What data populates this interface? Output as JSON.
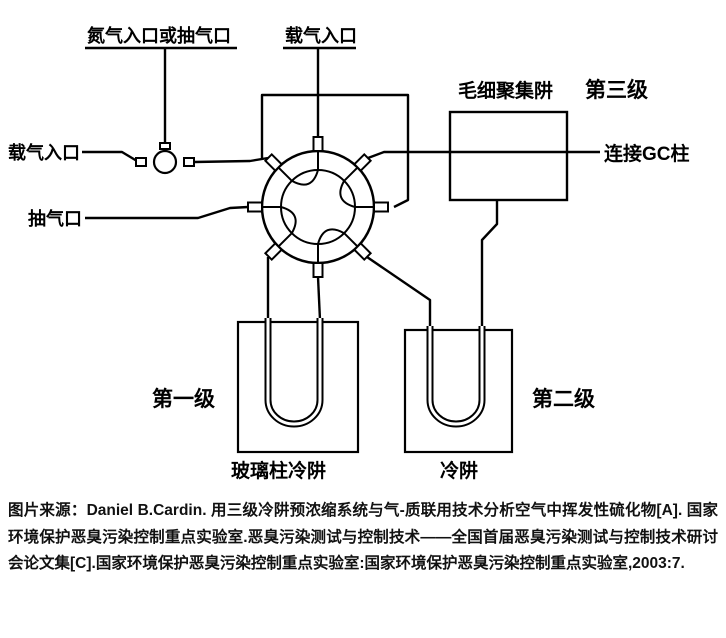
{
  "diagram": {
    "labels": {
      "nitrogen_or_pump_inlet": "氮气入口或抽气口",
      "carrier_gas_inlet_top": "载气入口",
      "carrier_gas_inlet_left": "载气入口",
      "pump_outlet": "抽气口",
      "capillary_trap": "毛细聚集阱",
      "stage_three": "第三级",
      "connect_gc_column": "连接GC柱",
      "stage_one": "第一级",
      "stage_two": "第二级",
      "glass_column_cold_trap": "玻璃柱冷阱",
      "cold_trap": "冷阱"
    },
    "colors": {
      "stage_label_red": "#e8131a",
      "line_black": "#000000"
    }
  },
  "caption": {
    "text": "图片来源：Daniel B.Cardin. 用三级冷阱预浓缩系统与气-质联用技术分析空气中挥发性硫化物[A]. 国家环境保护恶臭污染控制重点实验室.恶臭污染测试与控制技术——全国首届恶臭污染测试与控制技术研讨会论文集[C].国家环境保护恶臭污染控制重点实验室:国家环境保护恶臭污染控制重点实验室,2003:7."
  }
}
